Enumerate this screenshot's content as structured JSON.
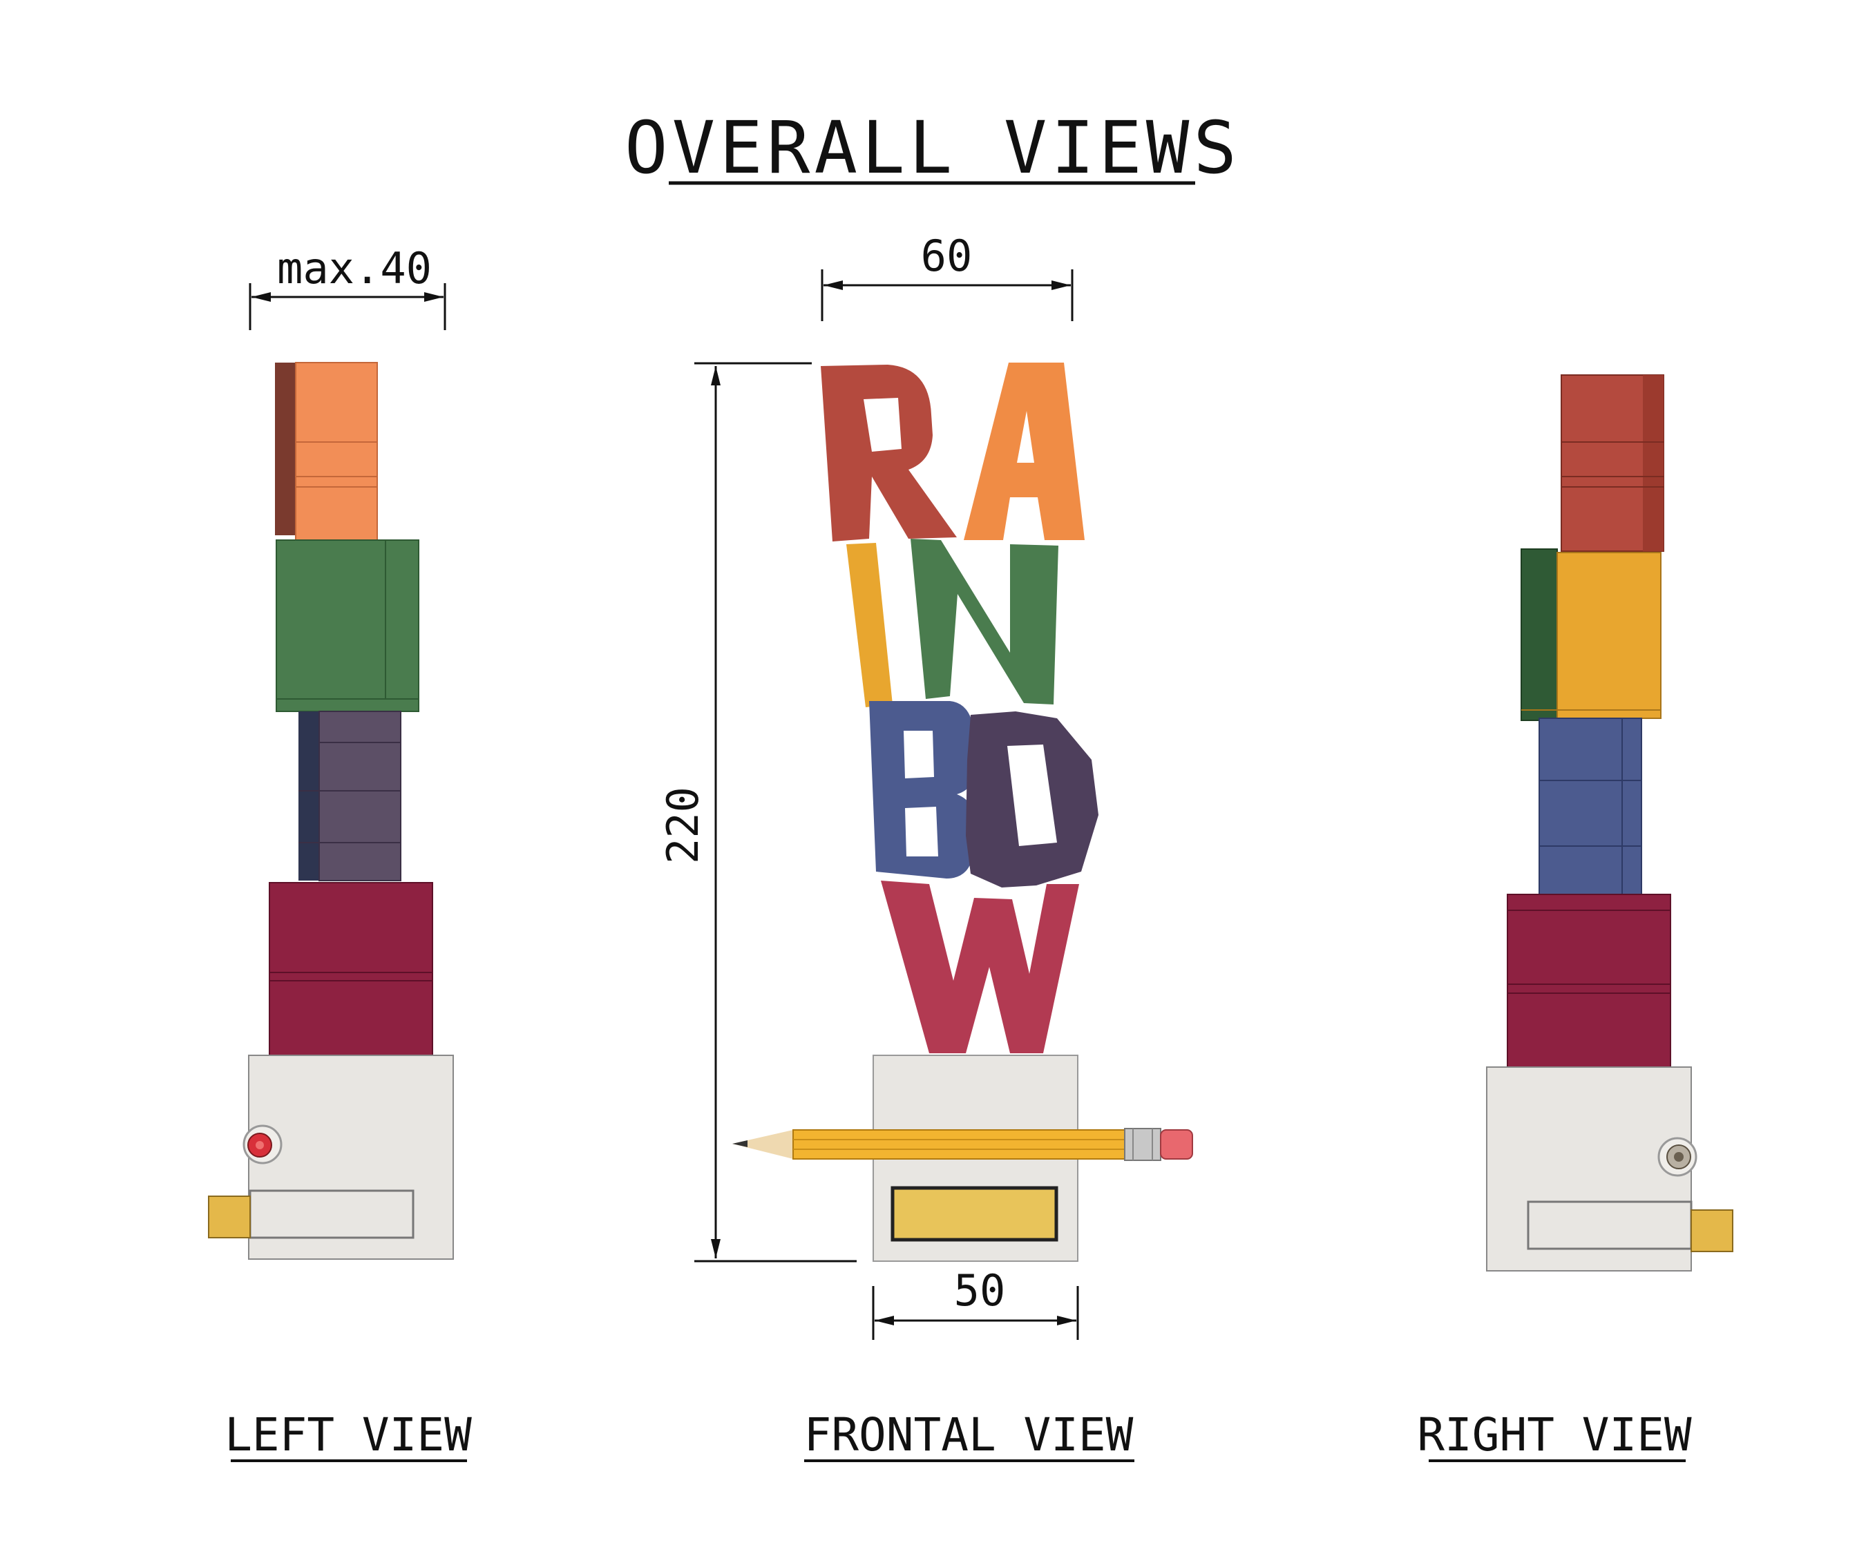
{
  "title": "OVERALL VIEWS",
  "views": {
    "left": {
      "label": "LEFT VIEW",
      "width_dim": "max.40"
    },
    "frontal": {
      "label": "FRONTAL VIEW",
      "top_dim": "60",
      "height_dim": "220",
      "base_dim": "50"
    },
    "right": {
      "label": "RIGHT VIEW"
    }
  },
  "letters": [
    "R",
    "A",
    "I",
    "N",
    "B",
    "O",
    "W"
  ],
  "colors": {
    "red": "#B44A3E",
    "orange": "#F08C45",
    "yellow": "#E8A62F",
    "green": "#4A7C4E",
    "blue": "#4C5B8F",
    "purple": "#4E3F5C",
    "crimson": "#B23A52",
    "base": "#E8E6E2",
    "drawer": "#E8C45A",
    "line": "#111111"
  }
}
